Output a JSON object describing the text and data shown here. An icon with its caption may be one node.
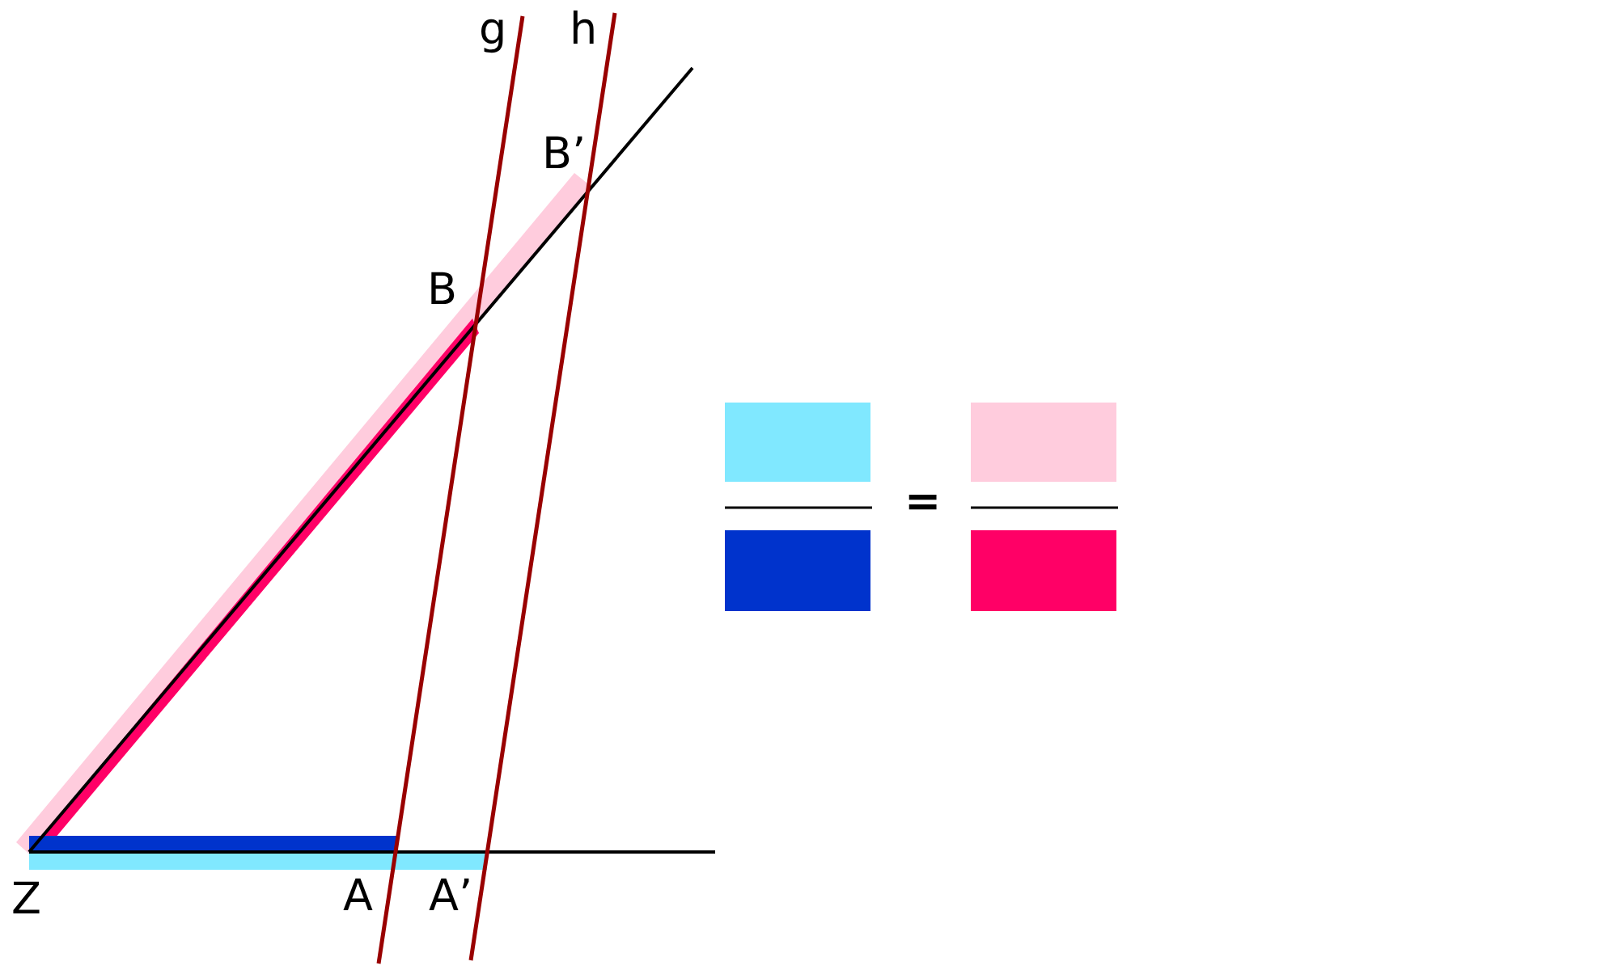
{
  "diagram": {
    "labels": [
      "g",
      "h",
      "B’",
      "B",
      "Z",
      "A",
      "A’",
      "="
    ]
  }
}
